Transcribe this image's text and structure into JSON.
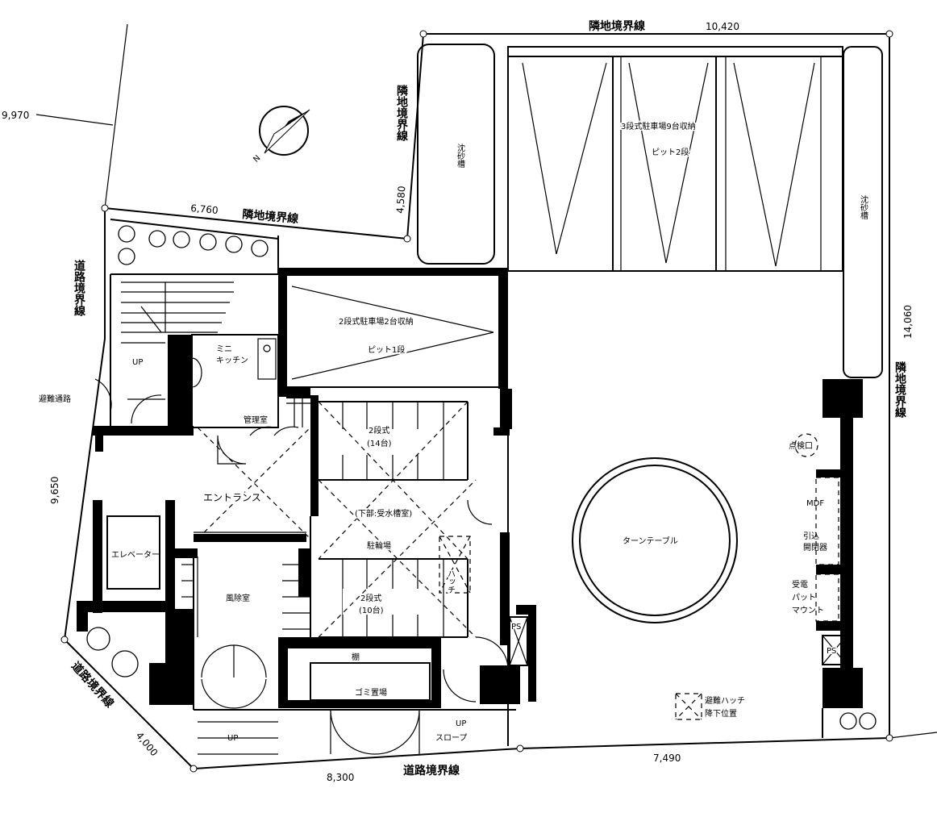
{
  "dimensions": {
    "top": "10,420",
    "left_top": "6,760",
    "far_left": "9,970",
    "left_mid": "9,650",
    "right": "14,060",
    "left_stair_band": "4,580",
    "bottom_left": "4,000",
    "bottom_mid": "8,300",
    "bottom_right": "7,490"
  },
  "boundaries": {
    "adjacent_top": "隣地境界線",
    "adjacent_left_top": "隣地境界線",
    "adjacent_vertical": "隣地境界線",
    "adjacent_right": "隣地境界線",
    "road_left": "道路境界線",
    "road_bottom_left": "道路境界線",
    "road_bottom": "道路境界線"
  },
  "rooms": {
    "parking_3tier": "3段式駐車場9台収納",
    "parking_3tier_pit": "ピット2段",
    "parking_2tier_top": "2段式駐車場2台収納",
    "parking_2tier_top_pit": "ピット1段",
    "parking_2tier_14": "2段式",
    "parking_2tier_14_count": "(14台)",
    "water_tank": "(下部:受水槽室)",
    "parking_main": "駐輪場",
    "parking_2tier_10": "2段式",
    "parking_2tier_10_count": "(10台)",
    "turntable": "ターンテーブル",
    "entrance": "エントランス",
    "elevator": "エレベーター",
    "windbreak": "風除室",
    "garbage": "ゴミ置場",
    "manager": "管理室",
    "mini_kitchen_1": "ミニ",
    "mini_kitchen_2": "キッチン",
    "evac_path": "避難通路",
    "hatch": "ハッチ",
    "sump_left": "沈砂槽",
    "sump_right": "沈砂槽",
    "inspection": "点検口",
    "mdf": "MDF",
    "panel_1": "引込",
    "panel_2": "開閉器",
    "transformer_1": "受電",
    "transformer_2": "パット",
    "transformer_3": "マウント",
    "ps_left": "PS",
    "ps_right": "PS",
    "evac_hatch_1": "避難ハッチ",
    "evac_hatch_2": "降下位置",
    "slope": "スロープ",
    "slab": "棚"
  },
  "labels": {
    "up_stair": "UP",
    "up_bottom_left": "UP",
    "up_slope": "UP"
  }
}
